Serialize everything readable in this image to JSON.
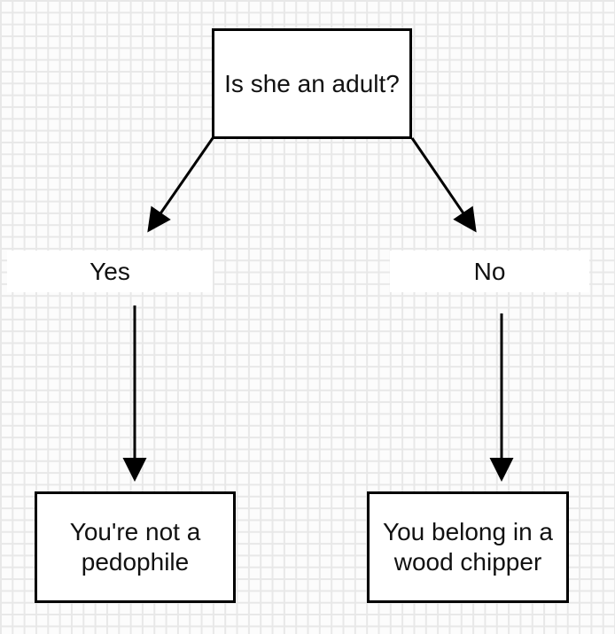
{
  "colors": {
    "background": "#fcfcfc",
    "grid_line": "#e8e8e8",
    "node_border": "#000000",
    "node_fill": "#ffffff",
    "arrow": "#000000",
    "text": "#111111"
  },
  "flowchart": {
    "question": "Is she an adult?",
    "branches": [
      {
        "answer": "Yes",
        "outcome": "You're not a pedophile"
      },
      {
        "answer": "No",
        "outcome": "You belong in a wood chipper"
      }
    ]
  }
}
